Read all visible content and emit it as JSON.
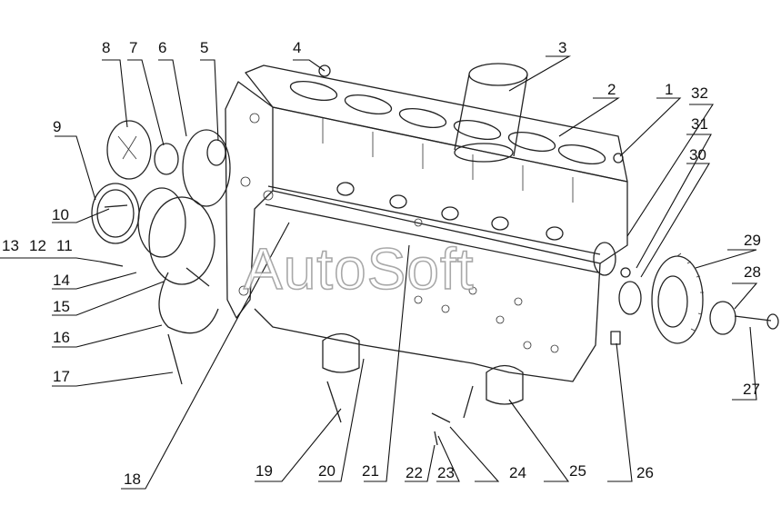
{
  "watermark": "AutoSoft",
  "callouts": [
    "1",
    "2",
    "3",
    "4",
    "5",
    "6",
    "7",
    "8",
    "9",
    "10",
    "11",
    "12",
    "13",
    "14",
    "15",
    "16",
    "17",
    "18",
    "19",
    "20",
    "21",
    "22",
    "23",
    "24",
    "25",
    "26",
    "27",
    "28",
    "29",
    "30",
    "31",
    "32"
  ],
  "colors": {
    "ink": "#111111",
    "watermark_stroke": "#9a9a9a"
  }
}
